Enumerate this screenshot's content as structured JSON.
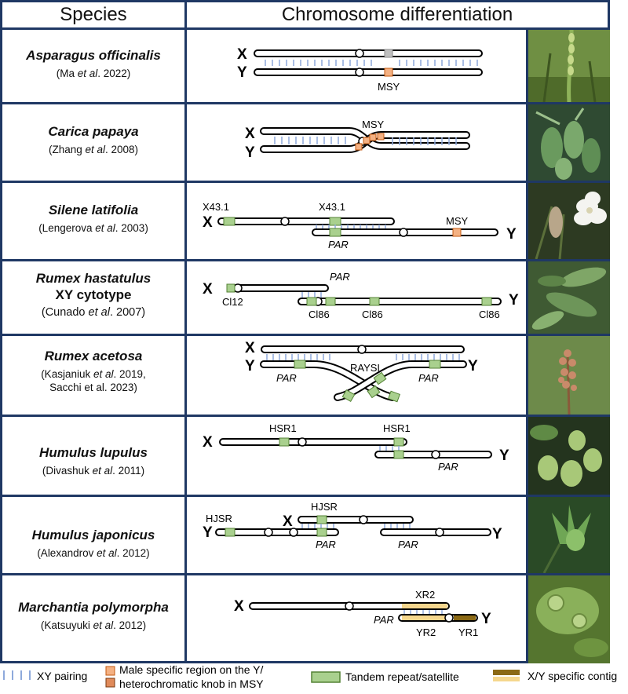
{
  "header": {
    "species": "Species",
    "differentiation": "Chromosome differentiation"
  },
  "rows": [
    {
      "name": "Asparagus officinalis",
      "extra": "",
      "cite_pre": "(Ma ",
      "cite_etal": "et al",
      "cite_post": ". 2022)"
    },
    {
      "name": "Carica papaya",
      "extra": "",
      "cite_pre": "(Zhang ",
      "cite_etal": "et al",
      "cite_post": ". 2008)"
    },
    {
      "name": "Silene latifolia",
      "extra": "",
      "cite_pre": "(Lengerova ",
      "cite_etal": "et al",
      "cite_post": ". 2003)"
    },
    {
      "name": "Rumex hastatulus",
      "extra": "XY cytotype",
      "cite_pre": "(Cunado ",
      "cite_etal": "et al",
      "cite_post": ". 2007)"
    },
    {
      "name": "Rumex acetosa",
      "extra": "",
      "cite_pre": "(Kasjaniuk ",
      "cite_etal": "et al",
      "cite_post": ". 2019,",
      "cite_line2": "Sacchi et al. 2023)"
    },
    {
      "name": "Humulus lupulus",
      "extra": "",
      "cite_pre": "(Divashuk ",
      "cite_etal": "et al",
      "cite_post": ". 2011)"
    },
    {
      "name": "Humulus japonicus",
      "extra": "",
      "cite_pre": "(Alexandrov ",
      "cite_etal": "et al",
      "cite_post": ". 2012)"
    },
    {
      "name": "Marchantia polymorpha",
      "extra": "",
      "cite_pre": "(Katsuyuki ",
      "cite_etal": "et al",
      "cite_post": ". 2012)"
    }
  ],
  "diagram_labels": {
    "x": "X",
    "y": "Y",
    "msy": "MSY",
    "par": "PAR",
    "x431": "X43.1",
    "cl12": "Cl12",
    "cl86": "Cl86",
    "raysi": "RAYSI",
    "hsr1": "HSR1",
    "hjsr": "HJSR",
    "xr2": "XR2",
    "yr2": "YR2",
    "yr1": "YR1"
  },
  "legend": {
    "pairing": "XY pairing",
    "msy_line1": "Male specific region on the Y/",
    "msy_line2": "heterochromatic knob in MSY",
    "tandem": "Tandem repeat/satellite",
    "contig": "X/Y specific contig"
  },
  "colors": {
    "border": "#1f3864",
    "satellite": "#a9d08e",
    "satellite_stroke": "#548235",
    "msy": "#f4b183",
    "msy_stroke": "#c55a11",
    "knob": "#bfbfbf",
    "pairing": "#8ea9db",
    "xr2": "#f5d78e",
    "yr1": "#8b6914"
  }
}
